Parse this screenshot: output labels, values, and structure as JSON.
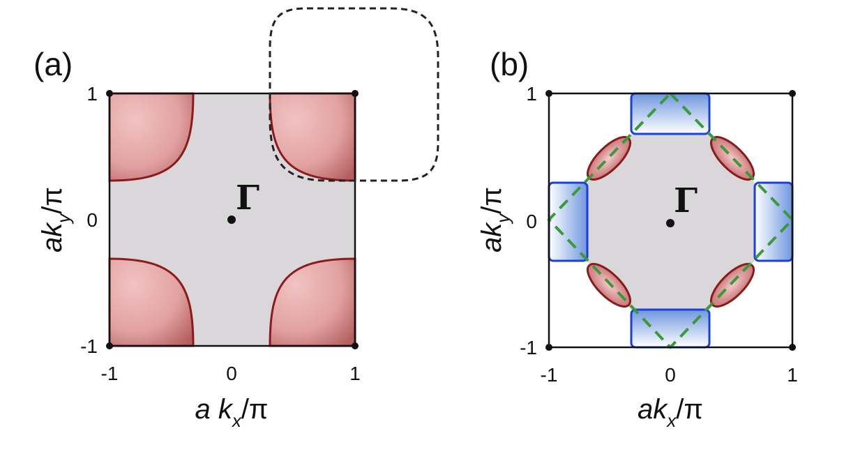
{
  "panels": [
    {
      "id": "a",
      "label": "(a)",
      "x_ticks": [
        "-1",
        "0",
        "1"
      ],
      "y_ticks": [
        "1",
        "0",
        "-1"
      ],
      "x_axis": {
        "prefix": "a k",
        "sub": "x",
        "suffix": "/π"
      },
      "y_axis": {
        "prefix": "ak",
        "sub": "y",
        "suffix": "/π"
      },
      "center_label": "Γ"
    },
    {
      "id": "b",
      "label": "(b)",
      "x_ticks": [
        "-1",
        "0",
        "1"
      ],
      "y_ticks": [
        "1",
        "0",
        "-1"
      ],
      "x_axis": {
        "prefix": "ak",
        "sub": "x",
        "suffix": "/π"
      },
      "y_axis": {
        "prefix": "ak",
        "sub": "y",
        "suffix": "/π"
      },
      "center_label": "Γ"
    }
  ],
  "colors": {
    "background_zone": "#d9d7da",
    "hole_pocket_fill": "#e7a6a6",
    "hole_pocket_edge": "#8b1a1a",
    "electron_pocket_fill": "#86a9e6",
    "electron_pocket_edge": "#1a3fe0",
    "fold_line": "#3a9a3a",
    "dashed_contour": "#222222"
  }
}
